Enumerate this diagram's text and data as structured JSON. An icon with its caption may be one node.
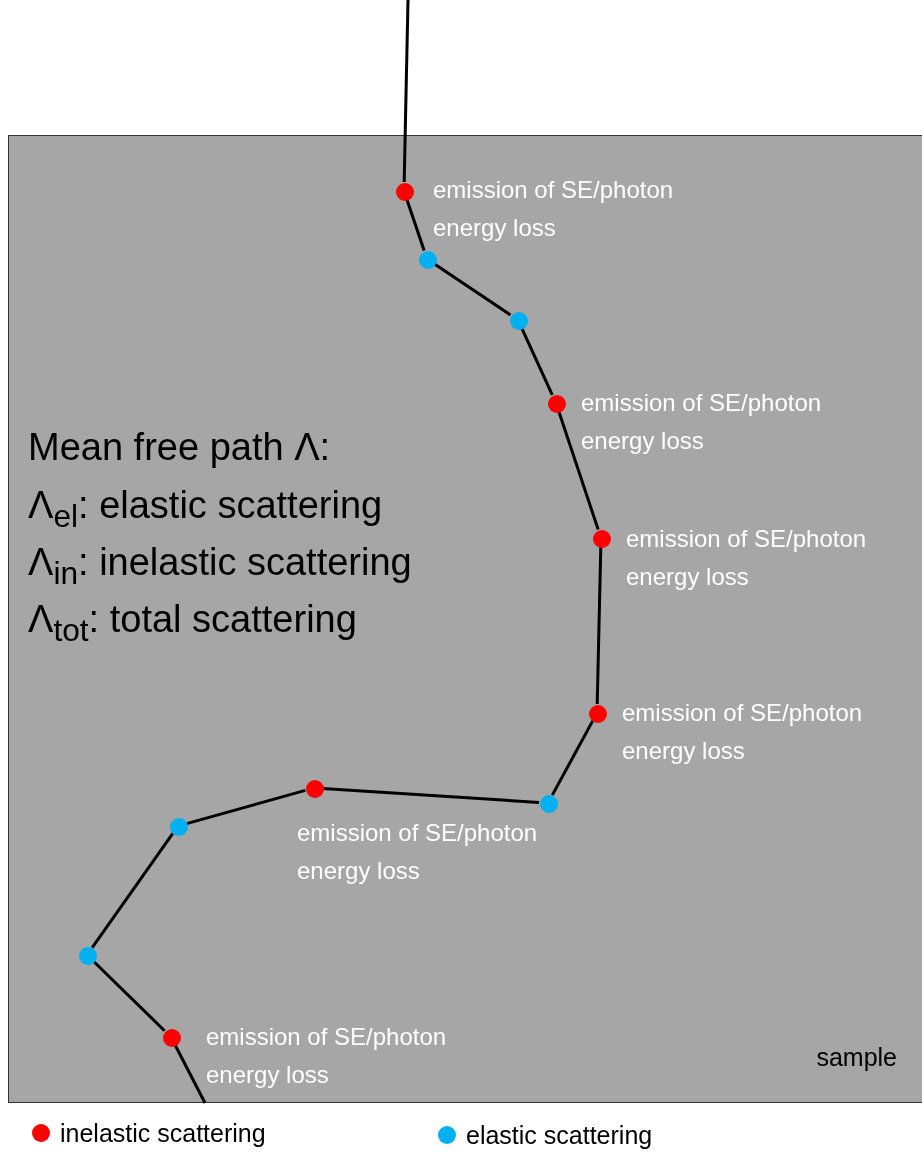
{
  "diagram": {
    "nodes": [
      {
        "text": [
          "sample"
        ]
      },
      {
        "text": [],
        "shape": "circle",
        "in": 0,
        "beside": [
          "emission of SE/photon energy loss"
        ]
      },
      {
        "text": [],
        "shape": "circle",
        "in": 0
      },
      {
        "text": [],
        "shape": "circle",
        "in": 0
      },
      {
        "text": [],
        "shape": "circle",
        "in": 0,
        "beside": [
          "emission of SE/photon energy loss"
        ]
      },
      {
        "text": [],
        "shape": "circle",
        "in": 0,
        "beside": [
          "emission of SE/photon energy loss"
        ]
      },
      {
        "text": [],
        "shape": "circle",
        "in": 0,
        "beside": [
          "emission of SE/photon energy loss"
        ]
      },
      {
        "text": [],
        "shape": "circle",
        "in": 0
      },
      {
        "text": [],
        "shape": "circle",
        "in": 0,
        "beside": [
          "emission of SE/photon energy loss"
        ]
      },
      {
        "text": [],
        "shape": "circle",
        "in": 0
      },
      {
        "text": [],
        "shape": "circle",
        "in": 0
      },
      {
        "text": [],
        "shape": "circle",
        "in": 0,
        "beside": [
          "emission of SE/photon energy loss"
        ]
      }
    ],
    "edges": [
      {
        "from": null,
        "to": 1,
        "arrow": "none"
      },
      {
        "from": 1,
        "to": 2,
        "arrow": "none"
      },
      {
        "from": 2,
        "to": 3,
        "arrow": "none"
      },
      {
        "from": 3,
        "to": 4,
        "arrow": "none"
      },
      {
        "from": 4,
        "to": 5,
        "arrow": "none"
      },
      {
        "from": 5,
        "to": 6,
        "arrow": "none"
      },
      {
        "from": 6,
        "to": 7,
        "arrow": "none"
      },
      {
        "from": 7,
        "to": 8,
        "arrow": "none"
      },
      {
        "from": 8,
        "to": 9,
        "arrow": "none"
      },
      {
        "from": 9,
        "to": 10,
        "arrow": "none"
      },
      {
        "from": 10,
        "to": 11,
        "arrow": "none"
      },
      {
        "from": 11,
        "to": null,
        "arrow": "none"
      }
    ],
    "labels": [
      "Mean free path Λ:",
      "Λ$_{el}$: elastic scattering",
      "Λ$_{in}$: inelastic scattering",
      "Λ$_{tot}$: total scattering"
    ],
    "legend": [
      {
        "text": "inelastic scattering",
        "color": "#ff0000"
      },
      {
        "text": "elastic scattering",
        "color": "#00b0f0"
      }
    ]
  }
}
